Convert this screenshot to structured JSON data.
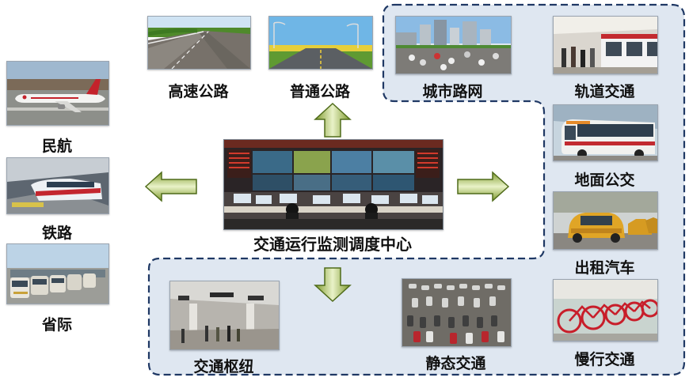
{
  "center": {
    "label": "交通运行监测调度中心"
  },
  "left": [
    {
      "id": "minhang",
      "label": "民航",
      "icon": "airplane-icon"
    },
    {
      "id": "tielu",
      "label": "铁路",
      "icon": "train-icon"
    },
    {
      "id": "shengji",
      "label": "省际",
      "icon": "coach-bus-icon"
    }
  ],
  "top": [
    {
      "id": "gaosu",
      "label": "高速公路",
      "icon": "expressway-icon"
    },
    {
      "id": "putong",
      "label": "普通公路",
      "icon": "highway-icon"
    }
  ],
  "urban_region": [
    {
      "id": "chengshi",
      "label": "城市路网",
      "icon": "city-road-icon"
    },
    {
      "id": "guidao",
      "label": "轨道交通",
      "icon": "metro-icon"
    },
    {
      "id": "dimian",
      "label": "地面公交",
      "icon": "bus-icon"
    },
    {
      "id": "chuzu",
      "label": "出租汽车",
      "icon": "taxi-icon"
    },
    {
      "id": "manxing",
      "label": "慢行交通",
      "icon": "bicycle-icon"
    },
    {
      "id": "jingtai",
      "label": "静态交通",
      "icon": "parking-icon"
    },
    {
      "id": "shuniu",
      "label": "交通枢纽",
      "icon": "hub-icon"
    }
  ],
  "colors": {
    "region_fill": "#dfe7f1",
    "region_border": "#1f3864",
    "arrow_fill_top": "#e9f2c8",
    "arrow_fill_bottom": "#7f9b2e",
    "arrow_stroke": "#4f6b1a"
  }
}
